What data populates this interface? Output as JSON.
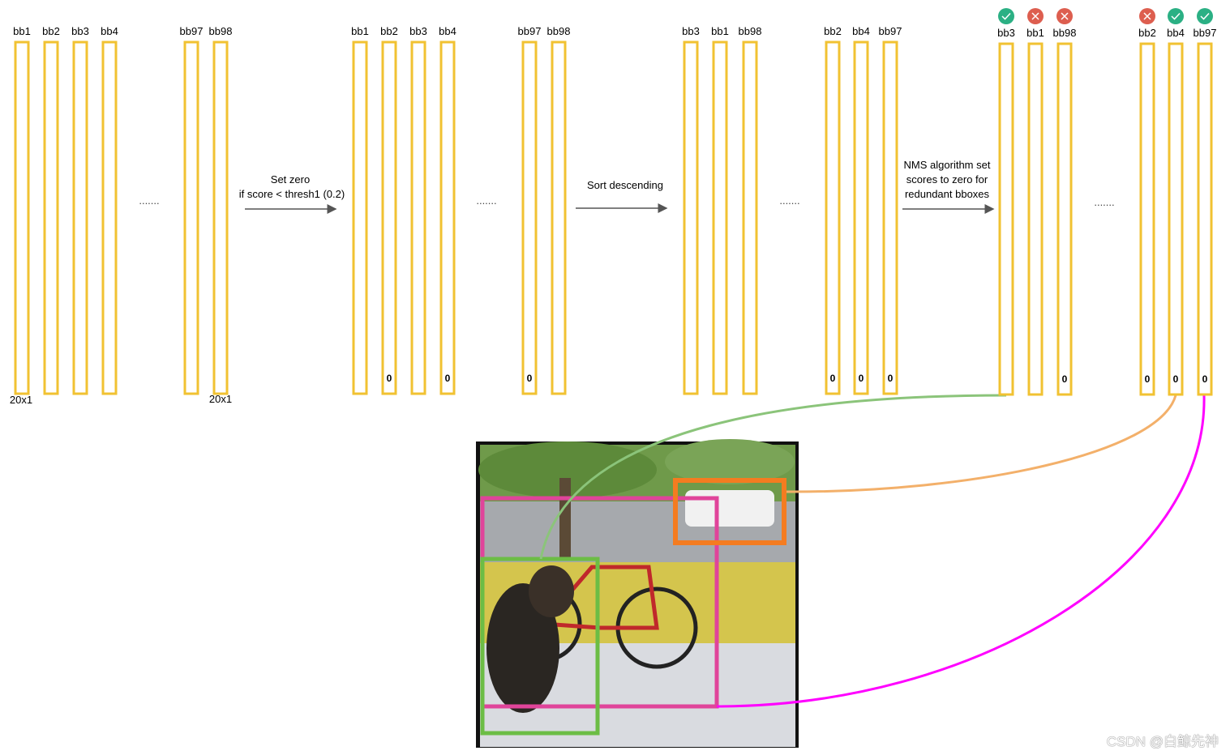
{
  "colors": {
    "column": "#f1c232",
    "keep": "#2bb084",
    "drop": "#dd5e4f",
    "green_box": "#6cbd45",
    "pink_box": "#e0449a",
    "orange_box": "#f47c20",
    "magenta_line": "#ff00ff",
    "green_line": "#8bc47a",
    "orange_line": "#f3b06a"
  },
  "stage1": {
    "labels": [
      "bb1",
      "bb2",
      "bb3",
      "bb4",
      "bb97",
      "bb98"
    ],
    "zeros": [
      "",
      "",
      "",
      "",
      "",
      ""
    ],
    "size_left": "20x1",
    "size_right": "20x1",
    "ellipsis": "......."
  },
  "arrow1": {
    "line1": "Set zero",
    "line2": "if score < thresh1 (0.2)"
  },
  "stage2": {
    "labels": [
      "bb1",
      "bb2",
      "bb3",
      "bb4",
      "bb97",
      "bb98"
    ],
    "zeros": [
      "",
      "0",
      "",
      "0",
      "0",
      ""
    ],
    "ellipsis": "......."
  },
  "arrow2": {
    "line1": "Sort descending"
  },
  "stage3": {
    "labels": [
      "bb3",
      "bb1",
      "bb98",
      "bb2",
      "bb4",
      "bb97"
    ],
    "zeros": [
      "",
      "",
      "",
      "0",
      "0",
      "0"
    ],
    "ellipsis": "......."
  },
  "arrow3": {
    "line1": "NMS algorithm set",
    "line2": "scores to zero for",
    "line3": "redundant bboxes"
  },
  "stage4": {
    "labels": [
      "bb3",
      "bb1",
      "bb98",
      "bb2",
      "bb4",
      "bb97"
    ],
    "zeros": [
      "",
      "",
      "0",
      "0",
      "0",
      "0"
    ],
    "status": [
      "keep",
      "drop",
      "drop",
      "drop",
      "keep",
      "keep"
    ],
    "ellipsis": "......."
  },
  "watermark": "CSDN @白鲸先神"
}
